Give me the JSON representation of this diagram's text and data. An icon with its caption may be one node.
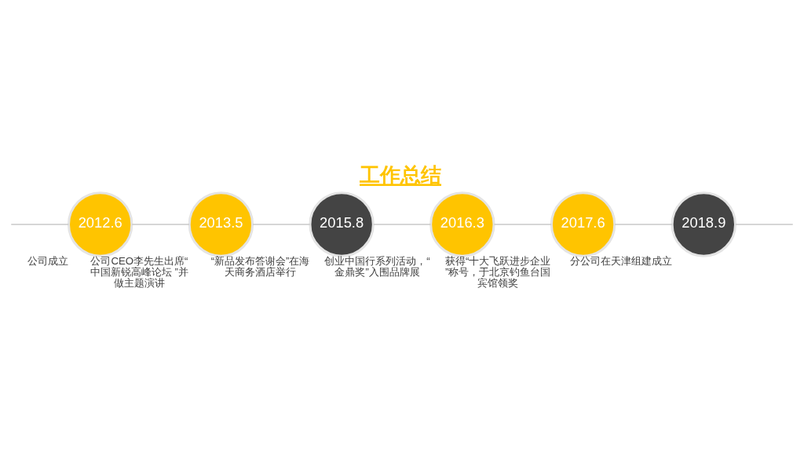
{
  "diagram": {
    "title": "工作总结",
    "nodes": [
      {
        "text": [
          "2012.6"
        ],
        "beside": [
          "公司成立"
        ]
      },
      {
        "text": [
          "2013.5"
        ],
        "beside": [
          "公司CEO李先生出席“中国新锐高峰论坛 ”并做主题演讲"
        ]
      },
      {
        "text": [
          "2015.8"
        ],
        "beside": [
          "“新品发布答谢会”在海天商务酒店举行"
        ]
      },
      {
        "text": [
          "2016.3"
        ],
        "beside": [
          "创业中国行系列活动，“金鼎奖”入围品牌展"
        ]
      },
      {
        "text": [
          "2017.6"
        ],
        "beside": [
          "获得“十大飞跃进步企业”称号，于北京钓鱼台国宾馆领奖"
        ]
      },
      {
        "text": [
          "2018.9"
        ],
        "beside": [
          "分公司在天津组建成立"
        ]
      }
    ],
    "edges": [
      {
        "from": null,
        "to": 0,
        "arrow": "none"
      },
      {
        "from": 0,
        "to": 1,
        "arrow": "none"
      },
      {
        "from": 1,
        "to": 2,
        "arrow": "none"
      },
      {
        "from": 2,
        "to": 3,
        "arrow": "none"
      },
      {
        "from": 3,
        "to": 4,
        "arrow": "none"
      },
      {
        "from": 4,
        "to": 5,
        "arrow": "none"
      },
      {
        "from": 5,
        "to": null,
        "arrow": "none"
      }
    ]
  }
}
